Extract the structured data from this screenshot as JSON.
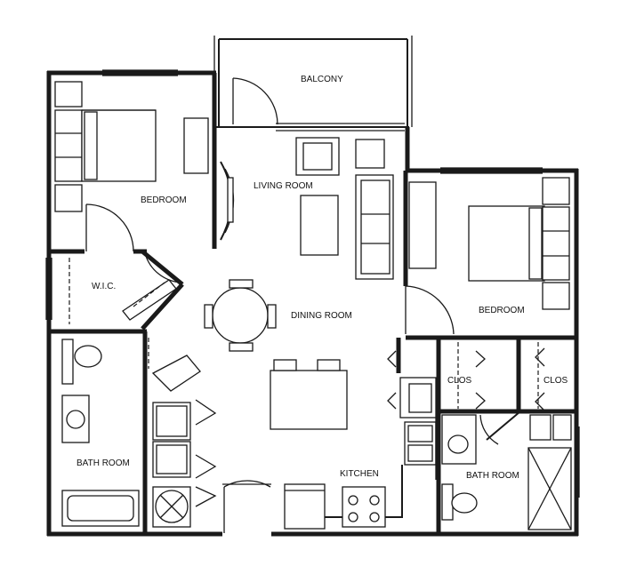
{
  "rooms": {
    "balcony": "BALCONY",
    "living_room": "LIVING ROOM",
    "bedroom_left": "BEDROOM",
    "bedroom_right": "BEDROOM",
    "wic": "W.I.C.",
    "dining_room": "DINING ROOM",
    "clos_left": "CLOS",
    "clos_right": "CLOS",
    "bath_left": "BATH ROOM",
    "kitchen": "KITCHEN",
    "bath_right": "BATH ROOM"
  }
}
